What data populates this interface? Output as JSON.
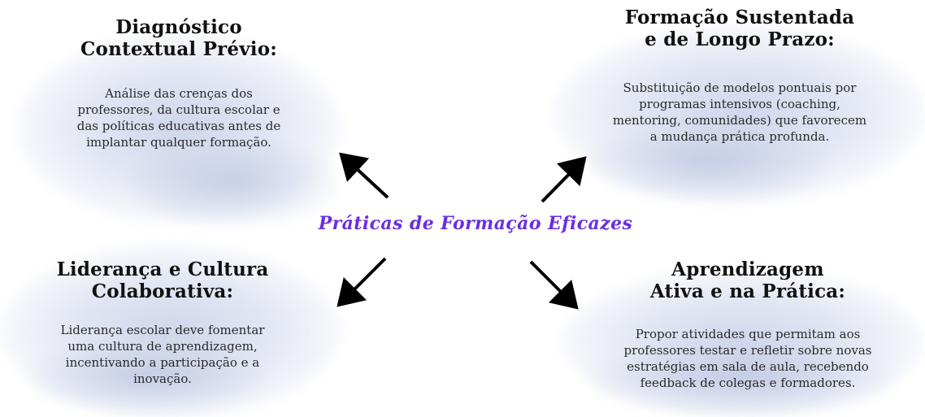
{
  "diagram": {
    "center_label": "Práticas de Formação Eficazes",
    "accent_color": "#6a2fe0",
    "cloud_color": "#b7c2e0",
    "nodes": {
      "top_left": {
        "title_line1": "Diagnóstico",
        "title_line2": "Contextual Prévio:",
        "body": [
          "Análise das crenças dos",
          "professores, da cultura escolar e",
          "das políticas educativas antes de",
          "implantar qualquer formação."
        ]
      },
      "top_right": {
        "title_line1": "Formação Sustentada",
        "title_line2": "e de Longo Prazo:",
        "body": [
          "Substituição de modelos pontuais por",
          "programas intensivos (coaching,",
          "mentoring, comunidades) que favorecem",
          "a mudança prática profunda."
        ]
      },
      "bottom_left": {
        "title_line1": "Liderança e Cultura",
        "title_line2": "Colaborativa:",
        "body": [
          "Liderança escolar deve fomentar",
          "uma cultura de aprendizagem,",
          "incentivando a participação e a",
          "inovação."
        ]
      },
      "bottom_right": {
        "title_line1": "Aprendizagem",
        "title_line2": "Ativa e na Prática:",
        "body": [
          "Propor atividades que permitam aos",
          "professores testar e refletir sobre novas",
          "estratégias em sala de aula, recebendo",
          "feedback de colegas e formadores."
        ]
      }
    }
  }
}
